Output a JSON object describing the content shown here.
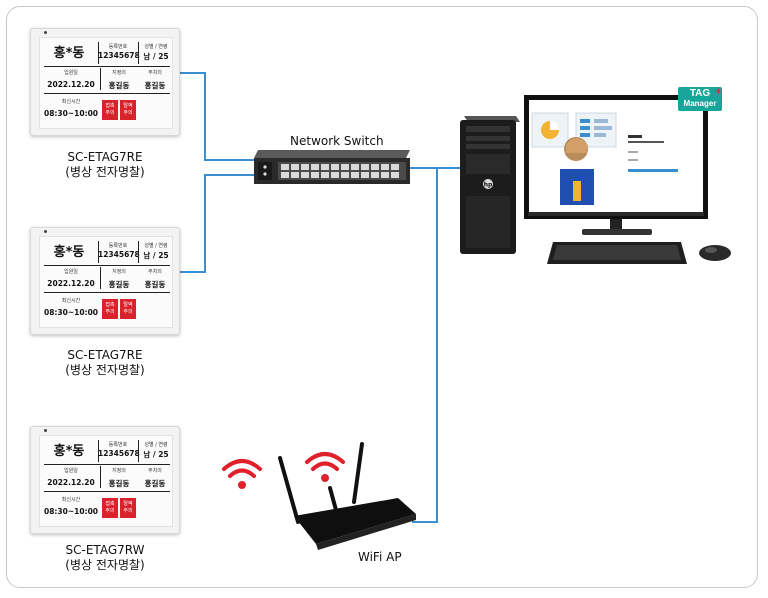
{
  "tag_screen": {
    "name": "홍*동",
    "reg_label": "등록번호",
    "reg_value": "12345678",
    "sex_age_label": "성별 / 연령",
    "sex_age_value": "남 / 25",
    "admit_label": "입원일",
    "admit_value": "2022.12.20",
    "doctor_label": "지정의",
    "doctor_value": "홍길동",
    "nurse_label": "주치의",
    "nurse_value": "홍길동",
    "visit_label": "최신시간",
    "visit_value": "08:30~10:00",
    "badge1_l1": "접촉",
    "badge1_l2": "주의",
    "badge2_l1": "탈액",
    "badge2_l2": "주의"
  },
  "devices": [
    {
      "model": "SC-ETAG7RE",
      "desc": "(병상 전자명찰)"
    },
    {
      "model": "SC-ETAG7RE",
      "desc": "(병상 전자명찰)"
    },
    {
      "model": "SC-ETAG7RW",
      "desc": "(병상 전자명찰)"
    }
  ],
  "switch_label": "Network Switch",
  "wifi_label": "WiFi AP",
  "app_logo": {
    "line1": "TAG",
    "line2": "Manager",
    "color": "#1aa59a"
  },
  "colors": {
    "wire": "#3a8fd0",
    "wifi": "#e0202a"
  }
}
